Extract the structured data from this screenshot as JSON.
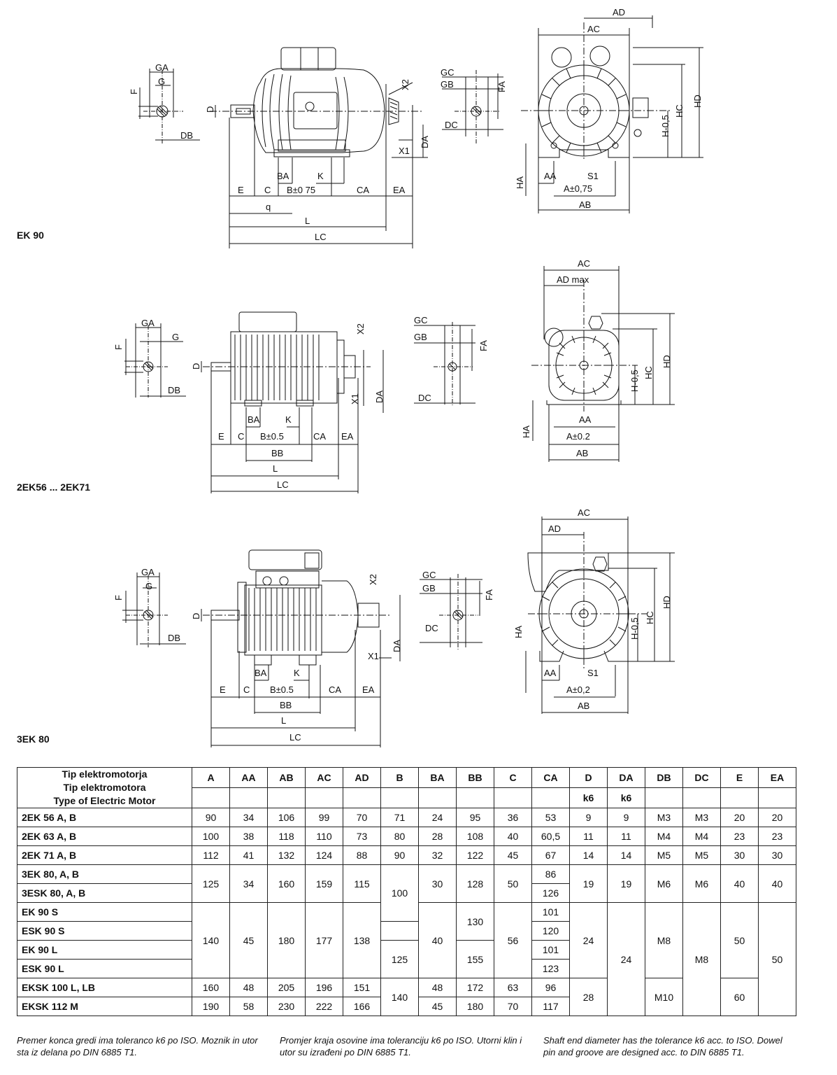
{
  "sections": {
    "ek90": {
      "name": "EK 90",
      "labels": [
        "GA",
        "G",
        "F",
        "DB",
        "D",
        "BA",
        "K",
        "C",
        "E",
        "B±0,75",
        "CA",
        "EA",
        "q",
        "L",
        "LC",
        "X2",
        "X1",
        "DA",
        "GC",
        "GB",
        "FA",
        "DC",
        "AD",
        "AC",
        "HD",
        "HC",
        "H-0,5",
        "HA",
        "AA",
        "S1",
        "A±0,75",
        "AB"
      ]
    },
    "ek56": {
      "name": "2EK56 ... 2EK71",
      "labels": [
        "GA",
        "G",
        "F",
        "DB",
        "D",
        "X2",
        "X1",
        "DA",
        "BA",
        "K",
        "E",
        "C",
        "B±0.5",
        "CA",
        "EA",
        "BB",
        "L",
        "LC",
        "GC",
        "GB",
        "FA",
        "DC",
        "AC",
        "AD max",
        "HD",
        "HC",
        "H-0,5",
        "HA",
        "AA",
        "A±0.2",
        "AB"
      ]
    },
    "ek80": {
      "name": "3EK 80",
      "labels": [
        "GA",
        "G",
        "F",
        "DB",
        "D",
        "X2",
        "X1",
        "DA",
        "BA",
        "K",
        "E",
        "C",
        "B±0.5",
        "CA",
        "EA",
        "BB",
        "L",
        "LC",
        "GC",
        "GB",
        "FA",
        "DC",
        "AC",
        "AD",
        "HD",
        "HC",
        "H-0,5",
        "HA",
        "AA",
        "S1",
        "A±0,2",
        "AB"
      ]
    }
  },
  "table": {
    "type_header": [
      "Tip elektromotorja",
      "Tip elektromotora",
      "Type of Electric Motor"
    ],
    "columns": [
      "A",
      "AA",
      "AB",
      "AC",
      "AD",
      "B",
      "BA",
      "BB",
      "C",
      "CA",
      "D",
      "DA",
      "DB",
      "DC",
      "E",
      "EA"
    ],
    "subheader": [
      "",
      "",
      "",
      "",
      "",
      "",
      "",
      "",
      "",
      "",
      "k6",
      "k6",
      "",
      "",
      "",
      ""
    ],
    "rows": [
      {
        "type": "2EK 56 A, B",
        "cells": [
          "90",
          "34",
          "106",
          "99",
          "70",
          "71",
          "24",
          "95",
          "36",
          "53",
          "9",
          "9",
          "M3",
          "M3",
          "20",
          "20"
        ]
      },
      {
        "type": "2EK 63 A, B",
        "cells": [
          "100",
          "38",
          "118",
          "110",
          "73",
          "80",
          "28",
          "108",
          "40",
          "60,5",
          "11",
          "11",
          "M4",
          "M4",
          "23",
          "23"
        ]
      },
      {
        "type": "2EK 71 A, B",
        "cells": [
          "112",
          "41",
          "132",
          "124",
          "88",
          "90",
          "32",
          "122",
          "45",
          "67",
          "14",
          "14",
          "M5",
          "M5",
          "30",
          "30"
        ]
      },
      {
        "type": "3EK 80, A, B",
        "cells": [
          "125",
          "34",
          "160",
          "159",
          "115",
          "100",
          "30",
          "128",
          "50",
          "86",
          "19",
          "19",
          "M6",
          "M6",
          "40",
          "40"
        ]
      },
      {
        "type": "3ESK 80, A, B",
        "cells": [
          "",
          "",
          "",
          "",
          "",
          "",
          "",
          "",
          "",
          "126",
          "",
          "",
          "",
          "",
          "",
          ""
        ]
      },
      {
        "type": "EK 90 S",
        "cells": [
          "140",
          "45",
          "180",
          "177",
          "138",
          "",
          "40",
          "130",
          "56",
          "101",
          "24",
          "24",
          "M8",
          "M8",
          "50",
          "50"
        ]
      },
      {
        "type": "ESK 90 S",
        "cells": [
          "",
          "",
          "",
          "",
          "",
          "",
          "",
          "",
          "",
          "120",
          "",
          "",
          "",
          "",
          "",
          ""
        ]
      },
      {
        "type": "EK 90 L",
        "cells": [
          "",
          "",
          "",
          "",
          "",
          "125",
          "",
          "155",
          "",
          "101",
          "",
          "",
          "",
          "",
          "",
          ""
        ]
      },
      {
        "type": "ESK 90 L",
        "cells": [
          "",
          "",
          "",
          "",
          "",
          "",
          "",
          "",
          "",
          "123",
          "",
          "",
          "",
          "",
          "",
          ""
        ]
      },
      {
        "type": "EKSK 100 L, LB",
        "cells": [
          "160",
          "48",
          "205",
          "196",
          "151",
          "140",
          "48",
          "172",
          "63",
          "96",
          "28",
          "",
          "M10",
          "",
          "60",
          ""
        ]
      },
      {
        "type": "EKSK 112 M",
        "cells": [
          "190",
          "58",
          "230",
          "222",
          "166",
          "",
          "45",
          "180",
          "70",
          "117",
          "",
          "",
          "",
          "",
          "",
          ""
        ]
      }
    ]
  },
  "notes": [
    "Premer konca gredi ima toleranco k6 po ISO. Moznik in utor sta iz delana po DIN 6885 T1.",
    "Promjer kraja osovine ima toleranciju k6 po ISO. Utorni klin i utor su izrađeni po DIN 6885 T1.",
    "Shaft end diameter has the tolerance k6 acc. to ISO. Dowel pin and groove are designed acc. to DIN 6885 T1."
  ]
}
